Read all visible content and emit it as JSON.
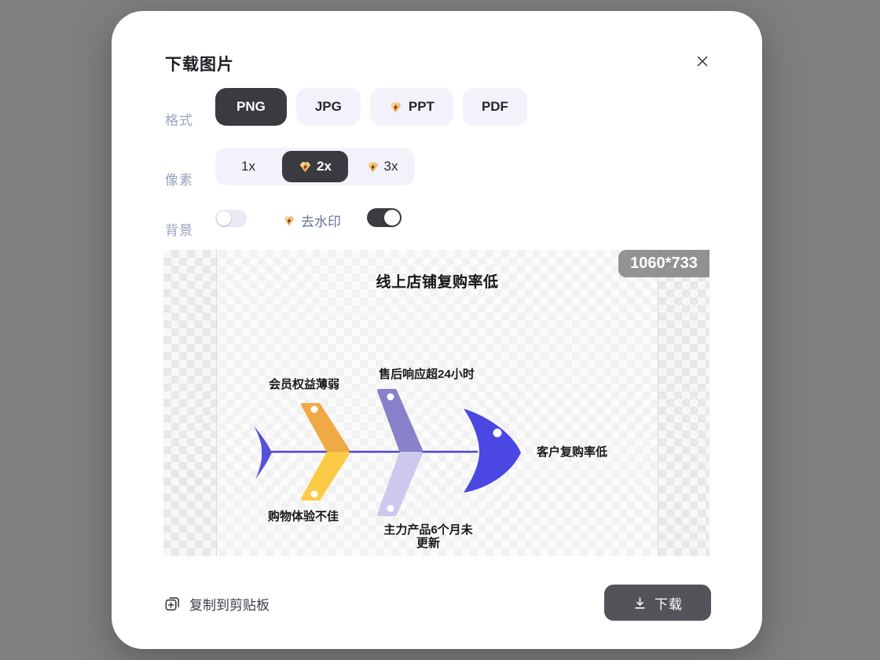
{
  "dialog": {
    "title": "下载图片"
  },
  "format": {
    "label": "格式",
    "selected": "PNG",
    "options": [
      {
        "label": "PNG",
        "premium": false
      },
      {
        "label": "JPG",
        "premium": false
      },
      {
        "label": "PPT",
        "premium": true
      },
      {
        "label": "PDF",
        "premium": false
      }
    ]
  },
  "pixel": {
    "label": "像素",
    "selected": "2x",
    "options": [
      {
        "label": "1x",
        "premium": false
      },
      {
        "label": "2x",
        "premium": true
      },
      {
        "label": "3x",
        "premium": true
      }
    ]
  },
  "background": {
    "label": "背景",
    "enabled": false
  },
  "watermark": {
    "label": "去水印",
    "premium": true,
    "enabled": true
  },
  "preview": {
    "size_badge": "1060*733",
    "diagram": {
      "type": "fishbone",
      "title": "线上店铺复购率低",
      "effect": "客户复购率低",
      "top_causes": [
        "会员权益薄弱",
        "售后响应超24小时"
      ],
      "bottom_causes": [
        "购物体验不佳",
        "主力产品6个月未更新"
      ],
      "colors": {
        "spine": "#4a44d0",
        "tail": "#5551d8",
        "head": "#4b47e2",
        "bone_top_1": "#f0a945",
        "bone_bottom_1": "#fccb45",
        "bone_top_2": "#8781c9",
        "bone_bottom_2": "#cdc8ee",
        "dot": "#ffffff"
      }
    }
  },
  "footer": {
    "copy_label": "复制到剪贴板",
    "download_label": "下载"
  },
  "icons": {
    "close": "close-icon",
    "premium": "gem-lightning-icon",
    "copy": "copy-to-clipboard-icon",
    "download": "download-icon"
  },
  "ui_colors": {
    "selected_chip_bg": "#3a3b40",
    "chip_bg": "#f2f3fa",
    "field_label": "#99a2bc",
    "toggle_on": "#3a3c41",
    "toggle_off": "#e9ebf4"
  }
}
